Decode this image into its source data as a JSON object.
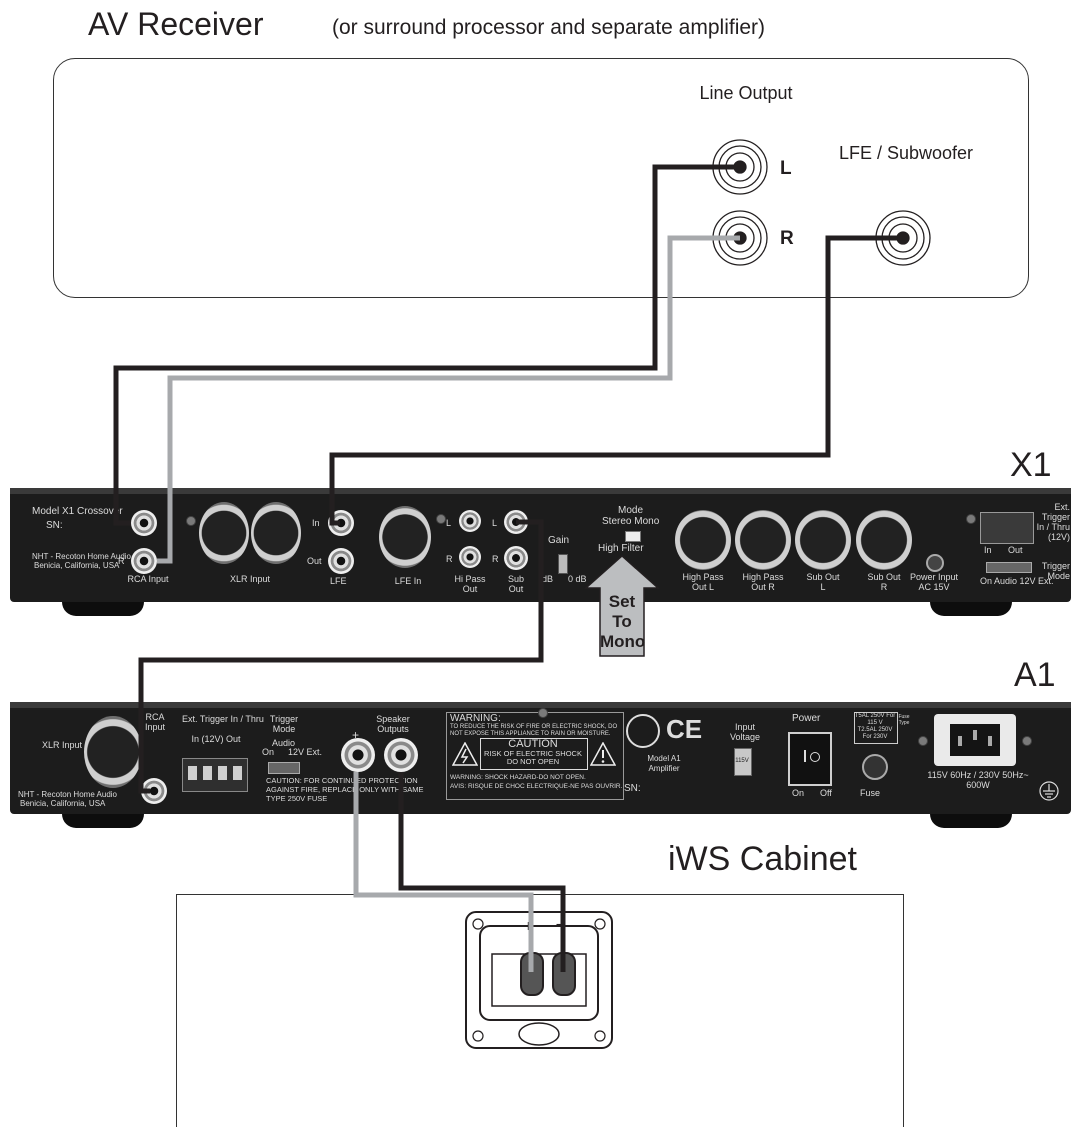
{
  "title": {
    "main": "AV Receiver",
    "sub": "(or surround processor and separate amplifier)"
  },
  "receiver": {
    "line_output": "Line Output",
    "left": "L",
    "right": "R",
    "lfe": "LFE / Subwoofer"
  },
  "x1": {
    "name": "X1",
    "model": "Model X1 Crossover",
    "sn": "SN:",
    "brand": "NHT - Recoton Home Audio",
    "brand2": "Benicia, California, USA",
    "rca_r": "R",
    "rca_input": "RCA Input",
    "xlr_input": "XLR Input",
    "lfe_in_small": "In",
    "lfe_out_small": "Out",
    "lfe": "LFE",
    "lfe_in": "LFE In",
    "hp_l": "L",
    "hp_r": "R",
    "hi_pass_out": "Hi Pass Out",
    "sub_l": "L",
    "sub_r": "R",
    "sub_out": "Sub Out",
    "gain": "Gain",
    "gain_db": "dB",
    "gain_0db": "0 dB",
    "mode": "Mode",
    "stereo_mono": "Stereo Mono",
    "filter": "High Filter",
    "set_to_mono": [
      "Set",
      "To",
      "Mono"
    ],
    "outputs": [
      "High Pass Out L",
      "High Pass Out R",
      "Sub Out L",
      "Sub Out R"
    ],
    "power_input": "Power Input AC 15V",
    "ext_trigger": "Ext. Trigger In / Thru (12V)",
    "in": "In",
    "out": "Out",
    "trigger_mode": "Trigger Mode",
    "trigger_switch": "On Audio 12V Ext."
  },
  "a1": {
    "name": "A1",
    "xlr_input": "XLR Input",
    "rca_input": "RCA Input",
    "brand": "NHT - Recoton Home Audio",
    "brand2": "Benicia, California, USA",
    "ext_trigger": "Ext. Trigger In / Thru",
    "ext_trigger2": "In (12V) Out",
    "trigger_mode": "Trigger Mode",
    "trigger_audio": "Audio",
    "trigger_on": "On",
    "trigger_ext": "12V Ext.",
    "caution_fire": "CAUTION: FOR CONTINUED PROTECTION AGAINST FIRE, REPLACE ONLY WITH SAME TYPE 250V FUSE",
    "speaker_outputs": "Speaker Outputs",
    "plus": "+",
    "warning": "WARNING:",
    "warning_text": "TO REDUCE THE RISK OF FIRE OR ELECTRIC SHOCK, DO NOT EXPOSE THIS APPLIANCE TO RAIN OR MOISTURE.",
    "caution": "CAUTION",
    "caution_text1": "RISK OF ELECTRIC SHOCK",
    "caution_text2": "DO NOT OPEN",
    "warning2": "WARNING: SHOCK HAZARD-DO NOT OPEN.",
    "avis": "AVIS: RISQUE DE CHOC ELECTRIQUE-NE PAS OUVRIR.",
    "sn": "SN:",
    "model": "Model A1 Amplifier",
    "ce": "CE",
    "input_voltage": "Input Voltage",
    "voltage_value": "115V",
    "power": "Power",
    "on": "On",
    "off": "Off",
    "fuse": "Fuse",
    "fuse_spec": [
      "T5AL 250V For 115 V",
      "T2.5AL 250V For 230V"
    ],
    "fuse_type": "Fuse Type",
    "mains": "115V 60Hz / 230V 50Hz~ 600W"
  },
  "cabinet": {
    "name": "iWS Cabinet",
    "plus": "+",
    "minus": "–"
  },
  "colors": {
    "black_wire": "#231f20",
    "gray_wire": "#a7a9ac",
    "panel": "#1c1c1c",
    "arrow": "#bcbec0"
  }
}
